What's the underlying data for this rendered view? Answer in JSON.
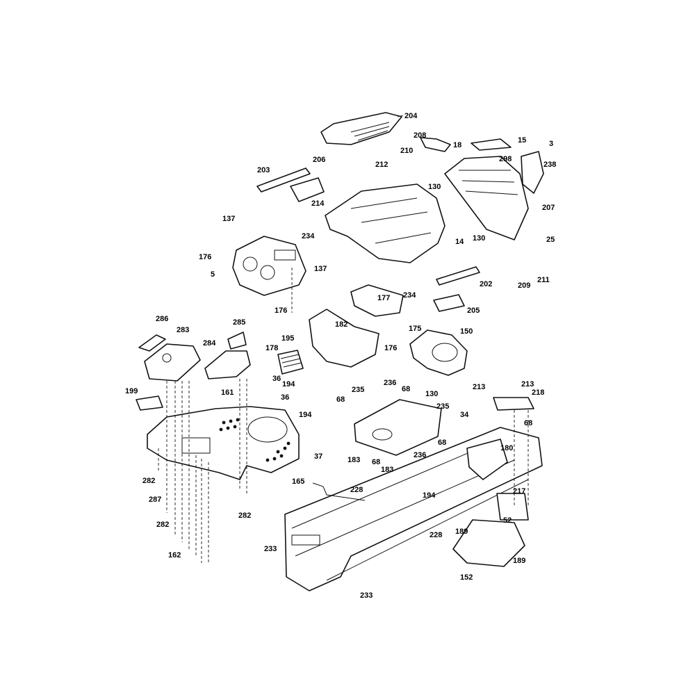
{
  "callouts": [
    "204",
    "208",
    "15",
    "3",
    "18",
    "238",
    "298",
    "210",
    "206",
    "203",
    "212",
    "130",
    "207",
    "214",
    "130",
    "25",
    "137",
    "234",
    "14",
    "176",
    "5",
    "137",
    "202",
    "209",
    "211",
    "234",
    "177",
    "205",
    "176",
    "286",
    "283",
    "285",
    "195",
    "182",
    "175",
    "150",
    "178",
    "176",
    "284",
    "36",
    "194",
    "236",
    "130",
    "235",
    "68",
    "213",
    "213",
    "218",
    "199",
    "161",
    "36",
    "68",
    "235",
    "34",
    "194",
    "68",
    "180",
    "68",
    "236",
    "183",
    "68",
    "183",
    "37",
    "165",
    "228",
    "194",
    "217",
    "282",
    "287",
    "282",
    "52",
    "228",
    "189",
    "282",
    "162",
    "233",
    "189",
    "152",
    "233"
  ]
}
